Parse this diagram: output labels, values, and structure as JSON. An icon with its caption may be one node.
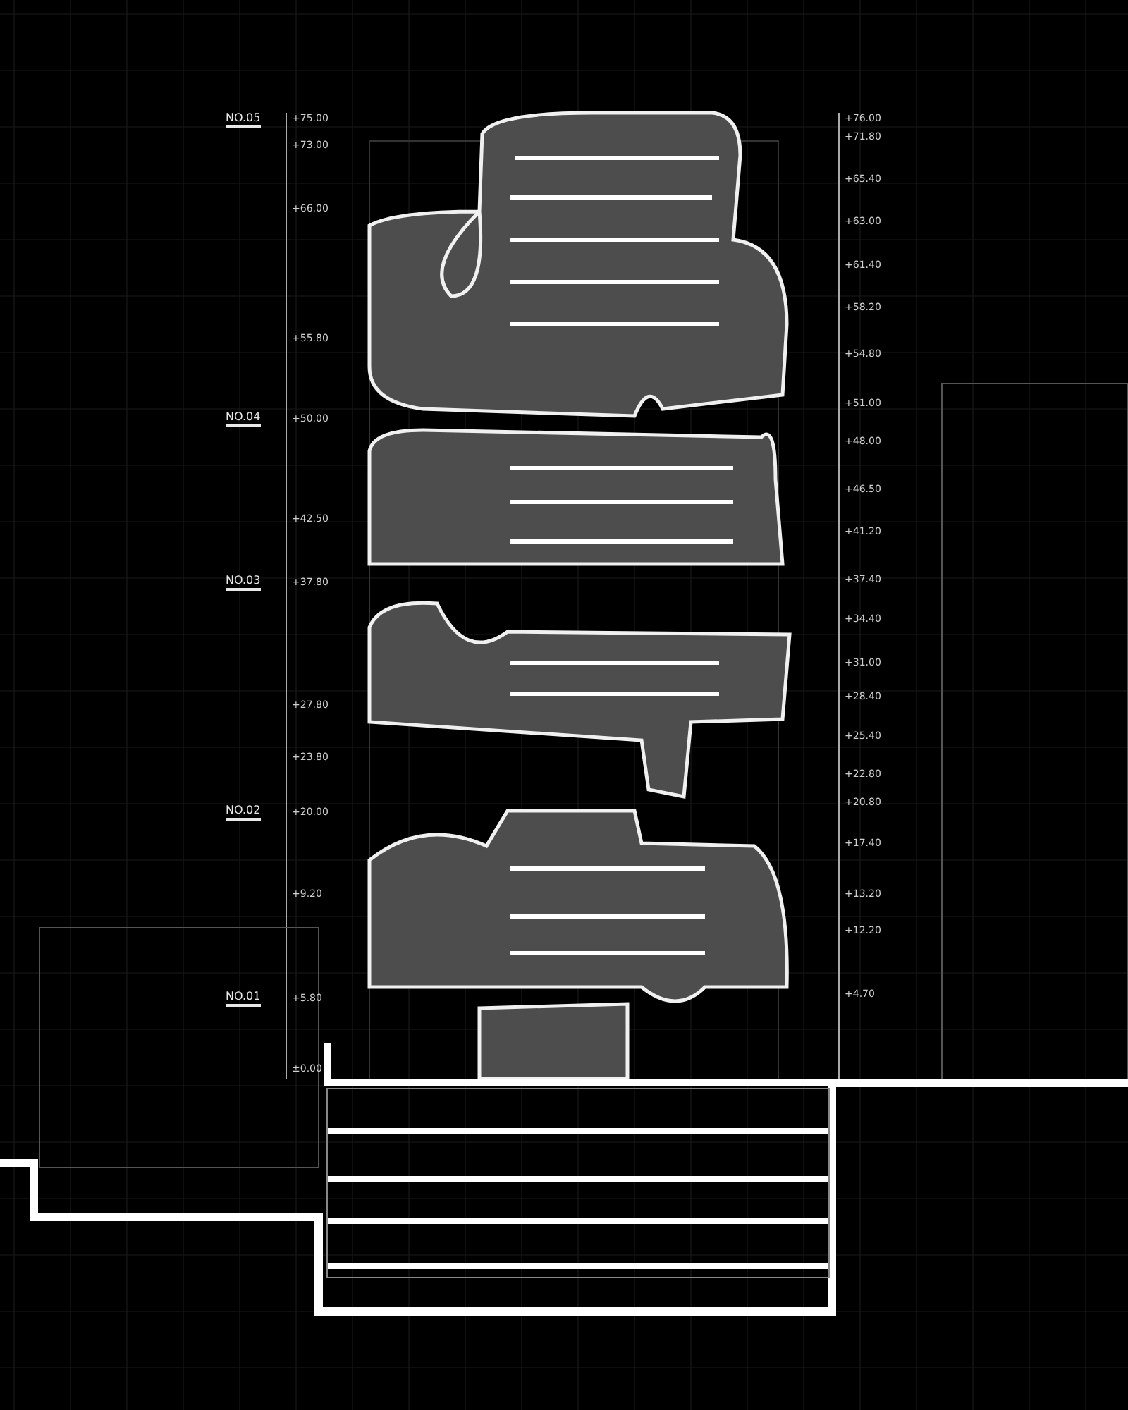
{
  "diagram": {
    "labels": [
      "NO.05",
      "+75.00",
      "+73.00",
      "+66.00",
      "+55.80",
      "NO.04",
      "+50.00",
      "+42.50",
      "NO.03",
      "+37.80",
      "+27.80",
      "+23.80",
      "NO.02",
      "+20.00",
      "+9.20",
      "NO.01",
      "+5.80",
      "±0.00",
      "+76.00",
      "+71.80",
      "+65.40",
      "+63.00",
      "+61.40",
      "+58.20",
      "+54.80",
      "+51.00",
      "+48.00",
      "+46.50",
      "+41.20",
      "+37.40",
      "+34.40",
      "+31.00",
      "+28.40",
      "+25.40",
      "+22.80",
      "+20.80",
      "+17.40",
      "+13.20",
      "+12.20",
      "+4.70"
    ]
  }
}
